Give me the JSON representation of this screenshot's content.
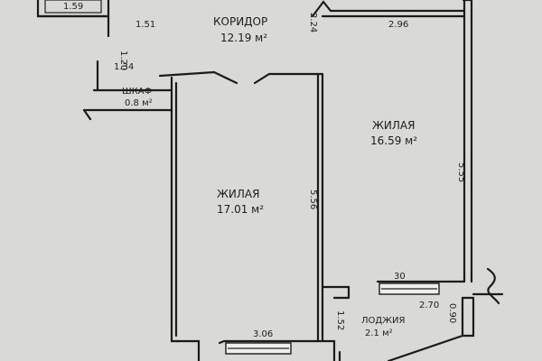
{
  "colors": {
    "paper": "#d9d9d7",
    "ink": "#1b1b1b"
  },
  "plan": {
    "rooms": [
      {
        "key": "corridor",
        "name": "КОРИДОР",
        "area": "12.19 м²"
      },
      {
        "key": "closet",
        "name": "ШКАФ",
        "area": "0.8 м²"
      },
      {
        "key": "bedroom-left",
        "name": "ЖИЛАЯ",
        "area": "17.01 м²"
      },
      {
        "key": "bedroom-right",
        "name": "ЖИЛАЯ",
        "area": "16.59 м²"
      },
      {
        "key": "loggia",
        "name": "ЛОДЖИЯ",
        "area": "2.1 м²"
      }
    ],
    "dimensions": {
      "d_151": "1.51",
      "d_120": "1.20",
      "d_134": "1.34",
      "d_224": "2.24",
      "d_296": "2.96",
      "d_556_left": "5.56",
      "d_555_right": "5.55",
      "d_306": "3.06",
      "d_30": "30",
      "d_270": "2.70",
      "d_152": "1.52",
      "d_090": "0.90",
      "d_159": "1.59"
    }
  }
}
